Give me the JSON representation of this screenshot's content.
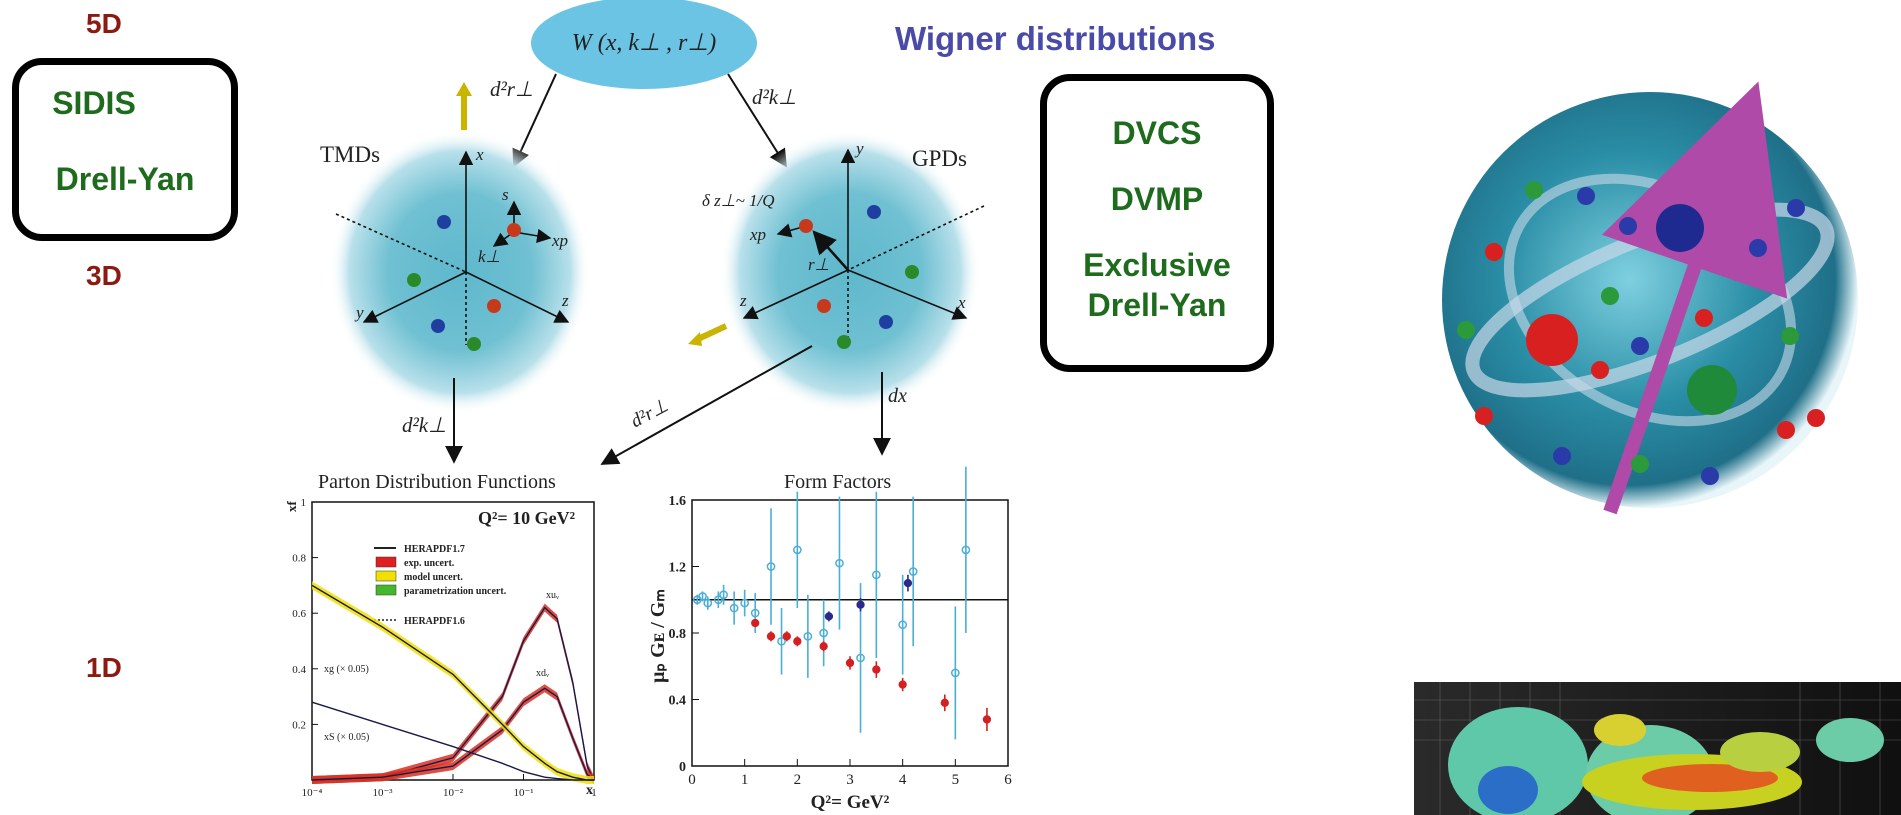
{
  "dimensions": {
    "d5": "5D",
    "d3": "3D",
    "d1": "1D"
  },
  "left_box": {
    "items": [
      "SIDIS",
      "Drell-Yan"
    ]
  },
  "right_box": {
    "items": [
      "DVCS",
      "DVMP",
      "Exclusive",
      "Drell-Yan"
    ]
  },
  "title": "Wigner distributions",
  "diagram": {
    "wigner_node": "W (x, k⊥ , r⊥)",
    "edge_top_left": "d²r⊥",
    "edge_top_right": "d²k⊥",
    "tmds": "TMDs",
    "gpds": "GPDs",
    "tmd_axes": {
      "x": "x",
      "y": "y",
      "z": "z",
      "s": "s",
      "k": "k⊥",
      "xp": "xp"
    },
    "gpd_axes": {
      "x": "x",
      "y": "y",
      "z": "z",
      "xp": "xp",
      "r": "r⊥",
      "delta": "δ z⊥~ 1/Q"
    },
    "edge_pdf": "d²k⊥",
    "edge_cross": "d²r⊥",
    "edge_ff": "dx",
    "pdf_title": "Parton Distribution Functions",
    "ff_title": "Form Factors"
  },
  "chart_data": [
    {
      "type": "line",
      "title": "Q²= 10 GeV²",
      "xlabel": "x",
      "ylabel": "xf",
      "xscale": "log",
      "xlim": [
        0.0001,
        1
      ],
      "ylim": [
        0,
        1
      ],
      "x_ticks": [
        "10⁻⁴",
        "10⁻³",
        "10⁻²",
        "10⁻¹",
        "1"
      ],
      "y_ticks": [
        "0.2",
        "0.4",
        "0.6",
        "0.8",
        "1"
      ],
      "legend": [
        "HERAPDF1.7",
        "exp. uncert.",
        "model uncert.",
        "parametrization uncert.",
        "HERAPDF1.6"
      ],
      "legend_colors": [
        "#222222",
        "#e02020",
        "#f0e000",
        "#44b82a",
        "#555555"
      ],
      "series": [
        {
          "name": "xuᵥ",
          "x": [
            0.0001,
            0.001,
            0.01,
            0.05,
            0.1,
            0.2,
            0.3,
            0.5,
            0.8,
            1
          ],
          "values": [
            0.0,
            0.01,
            0.08,
            0.3,
            0.5,
            0.62,
            0.58,
            0.35,
            0.05,
            0
          ]
        },
        {
          "name": "xdᵥ",
          "x": [
            0.0001,
            0.001,
            0.01,
            0.05,
            0.1,
            0.2,
            0.3,
            0.5,
            0.8,
            1
          ],
          "values": [
            0.0,
            0.01,
            0.05,
            0.18,
            0.28,
            0.33,
            0.3,
            0.15,
            0.02,
            0
          ]
        },
        {
          "name": "xg (× 0.05)",
          "x": [
            0.0001,
            0.001,
            0.01,
            0.05,
            0.1,
            0.2,
            0.3,
            0.5,
            0.8,
            1
          ],
          "values": [
            0.7,
            0.55,
            0.38,
            0.2,
            0.12,
            0.06,
            0.03,
            0.01,
            0.0,
            0
          ]
        },
        {
          "name": "xS (× 0.05)",
          "x": [
            0.0001,
            0.001,
            0.01,
            0.05,
            0.1,
            0.2,
            0.3,
            0.5,
            0.8,
            1
          ],
          "values": [
            0.28,
            0.2,
            0.12,
            0.06,
            0.03,
            0.01,
            0.005,
            0.0,
            0.0,
            0
          ]
        }
      ]
    },
    {
      "type": "scatter",
      "title": "Form Factors",
      "xlabel": "Q²= GeV²",
      "ylabel": "μₚ Gᴇ / Gₘ",
      "xlim": [
        0,
        6
      ],
      "ylim": [
        0,
        1.6
      ],
      "x_ticks": [
        "0",
        "1",
        "2",
        "3",
        "4",
        "5",
        "6"
      ],
      "y_ticks": [
        "0",
        "0.4",
        "0.8",
        "1.2",
        "1.6"
      ],
      "reference_line": 1.0,
      "series": [
        {
          "name": "blue",
          "color": "#4aaed6",
          "x": [
            0.1,
            0.2,
            0.3,
            0.5,
            0.6,
            0.8,
            1.0,
            1.2,
            1.5,
            1.7,
            2.0,
            2.2,
            2.5,
            2.8,
            3.2,
            3.5,
            4.0,
            4.2,
            5.0,
            5.2
          ],
          "values": [
            1.0,
            1.02,
            0.98,
            1.0,
            1.03,
            0.95,
            0.98,
            0.92,
            1.2,
            0.75,
            1.3,
            0.78,
            0.8,
            1.22,
            0.65,
            1.15,
            0.85,
            1.17,
            0.56,
            1.3
          ],
          "err": [
            0.03,
            0.03,
            0.04,
            0.05,
            0.06,
            0.1,
            0.08,
            0.12,
            0.35,
            0.2,
            0.35,
            0.25,
            0.2,
            0.4,
            0.45,
            0.5,
            0.3,
            0.45,
            0.4,
            0.5
          ]
        },
        {
          "name": "red",
          "color": "#d42020",
          "x": [
            1.2,
            1.5,
            1.8,
            2.0,
            2.5,
            3.0,
            3.5,
            4.0,
            4.8,
            5.6
          ],
          "values": [
            0.86,
            0.78,
            0.78,
            0.75,
            0.72,
            0.62,
            0.58,
            0.49,
            0.38,
            0.28
          ],
          "err": [
            0.02,
            0.03,
            0.03,
            0.03,
            0.03,
            0.04,
            0.05,
            0.04,
            0.05,
            0.07
          ]
        },
        {
          "name": "navy",
          "color": "#2a2a8a",
          "x": [
            2.6,
            3.2,
            4.1
          ],
          "values": [
            0.9,
            0.97,
            1.1
          ],
          "err": [
            0.03,
            0.04,
            0.05
          ]
        }
      ]
    }
  ]
}
